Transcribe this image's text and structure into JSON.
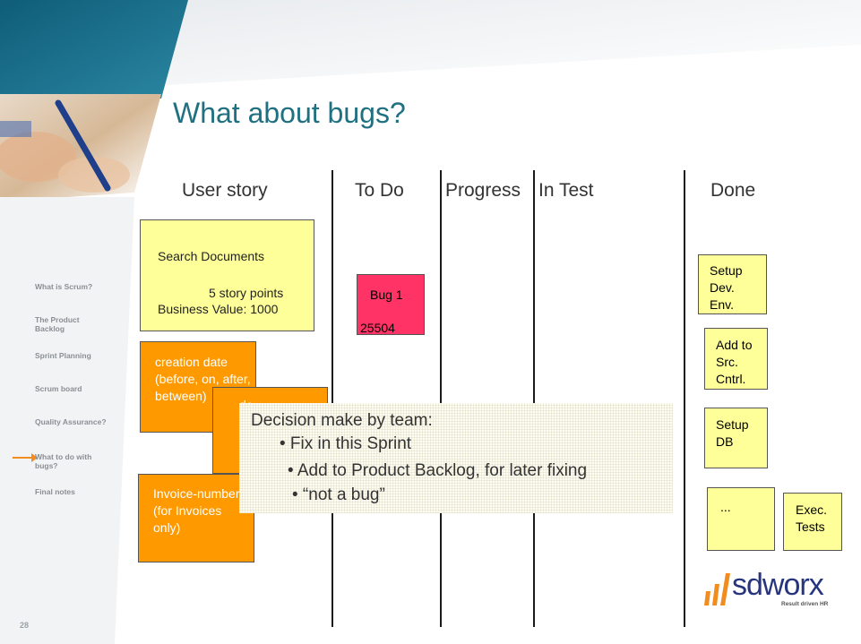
{
  "slide": {
    "title": "What about bugs?",
    "page_number": "28"
  },
  "sidebar": {
    "items": [
      {
        "label": "What is Scrum?"
      },
      {
        "label": "The Product Backlog"
      },
      {
        "label": "Sprint Planning"
      },
      {
        "label": "Scrum board"
      },
      {
        "label": "Quality Assurance?"
      },
      {
        "label": "What to do with bugs?",
        "active": true
      },
      {
        "label": "Final notes"
      }
    ]
  },
  "board": {
    "columns": [
      "User story",
      "To Do",
      "Progress",
      "In Test",
      "Done"
    ]
  },
  "story": {
    "title": "Search Documents",
    "points": "5 story points",
    "value": "Business Value: 1000"
  },
  "tasks": {
    "creation_date": "creation date (before, on, after, between)",
    "doc_type_partial": [
      "do",
      "ty",
      "pa"
    ],
    "invoice": "Invoice-number (for Invoices only)"
  },
  "bug": {
    "label": "Bug 1",
    "number": "25504"
  },
  "done": {
    "items": [
      "Setup Dev. Env.",
      "Add to Src. Cntrl.",
      "Setup DB",
      "...",
      "Exec. Tests"
    ]
  },
  "decision": {
    "heading": "Decision make by team:",
    "bullets": [
      "• Fix in this Sprint",
      "• Add to Product Backlog, for later fixing",
      "• “not a bug”"
    ]
  },
  "logo": {
    "brand": "sdworx",
    "tagline": "Result driven HR"
  },
  "colors": {
    "title": "#1f7080",
    "header_blue": "#1b6f88",
    "sticky_yellow": "#ffff99",
    "sticky_orange": "#ff9900",
    "bug_red": "#ff3366",
    "logo_orange": "#f28c1e",
    "logo_blue": "#27357e"
  }
}
